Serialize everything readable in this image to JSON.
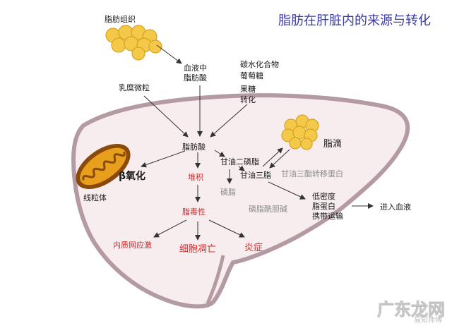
{
  "title": "脂肪在肝脏内的来源与转化",
  "colors": {
    "title": "#3a3aa6",
    "liver_fill": "#f7ecee",
    "liver_stroke": "#b49aa2",
    "arrow": "#333333",
    "dark_text": "#1a1a1a",
    "red_text": "#d42a2a",
    "gray_text": "#8c8c8c",
    "fat_cell": "#f4c94a",
    "fat_cell_stroke": "#d8a21c",
    "mito_outer": "#8a4a0c",
    "mito_inner": "#e8a01c",
    "watermark": "#e8e8e8"
  },
  "labels": {
    "adipose_tissue": "脂肪组织",
    "blood_fa_1": "血液中",
    "blood_fa_2": "脂肪酸",
    "carb_1": "碳水化合物",
    "carb_2": "葡萄糖",
    "carb_3": "果糖",
    "carb_4": "转化",
    "chylomicron": "乳糜微粒",
    "fatty_acid": "脂肪酸",
    "beta_oxidation": "β氧化",
    "mitochondria": "线粒体",
    "diacylglycerol": "甘油二磷脂",
    "triglyceride": "甘油三脂",
    "lipid_droplet": "脂滴",
    "tg_transfer_protein": "甘油三酯转移蛋白",
    "phospholipid": "磷脂",
    "phosphatidylcholine": "磷脂酰胆碱",
    "accumulation": "堆积",
    "lipotoxicity": "脂毒性",
    "er_stress": "内质网应激",
    "cell_death": "细胞凋亡",
    "inflammation": "炎症",
    "vldl_1": "低密度",
    "vldl_2": "脂蛋白",
    "vldl_3": "携带运输",
    "into_blood": "进入血液"
  },
  "watermark": {
    "text": "广东龙网",
    "subtext": "易知师傅"
  }
}
